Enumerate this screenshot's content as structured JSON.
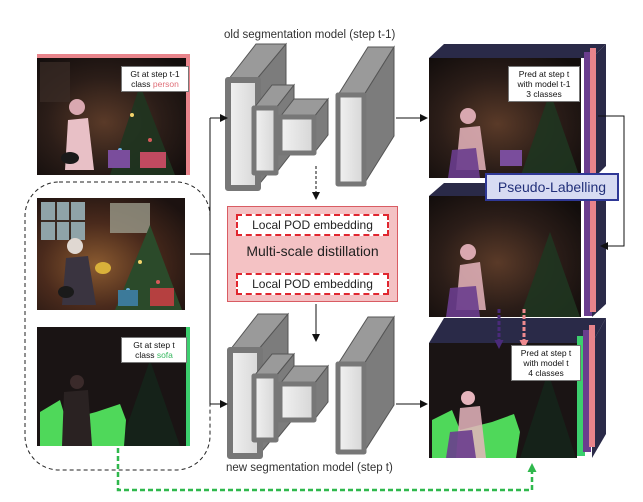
{
  "captions": {
    "old_model": "old segmentation model (step t-1)",
    "new_model": "new segmentation model (step t)"
  },
  "tags": {
    "gt_prev": {
      "line1": "Gt at step t-1",
      "line2_prefix": "class ",
      "line2_class": "person"
    },
    "gt_curr": {
      "line1": "Gt at step t",
      "line2_prefix": "class ",
      "line2_class": "sofa"
    },
    "pred_old": {
      "line1": "Pred at step t",
      "line2": "with model t-1",
      "line3": "3 classes"
    },
    "pred_new": {
      "line1": "Pred at step t",
      "line2": "with model t",
      "line3": "4 classes"
    }
  },
  "distillation": {
    "pod_top": "Local POD embedding",
    "label": "Multi-scale distillation",
    "pod_bottom": "Local POD embedding"
  },
  "pseudo_label": "Pseudo-Labelling",
  "colors": {
    "person": "#e8848b",
    "sofa": "#3ccf6e",
    "background_class": "#2a2a48",
    "purple_class": "#6a3d8e",
    "pseudo_border": "#2f3896",
    "pod_border": "#e0262f",
    "arrow_green": "#2fb84c"
  }
}
